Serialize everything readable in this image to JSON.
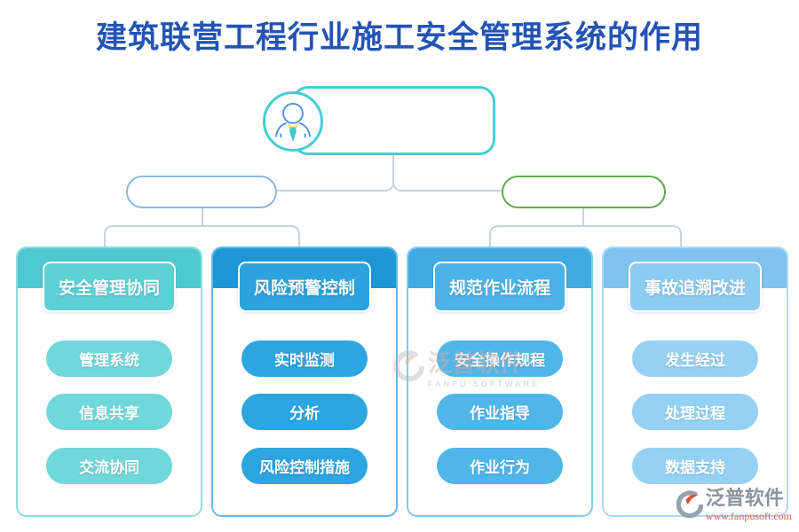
{
  "title": "建筑联营工程行业施工安全管理系统的作用",
  "root_node": {
    "icon": "person-avatar"
  },
  "branch_nodes": {
    "left_label": "",
    "right_label": ""
  },
  "cards": [
    {
      "header": "安全管理协同",
      "items": [
        "管理系统",
        "信息共享",
        "交流协同"
      ],
      "colors": {
        "band": "#4FC9CF",
        "button": "#5BD1D6",
        "pill": "#70D7DB",
        "border": "#8ADEE2"
      }
    },
    {
      "header": "风险预警控制",
      "items": [
        "实时监测",
        "分析",
        "风险控制措施"
      ],
      "colors": {
        "band": "#1F97D6",
        "button": "#2CA3DF",
        "pill": "#2CA5E1",
        "border": "#62B9E8"
      }
    },
    {
      "header": "规范作业流程",
      "items": [
        "安全操作规程",
        "作业指导",
        "作业行为"
      ],
      "colors": {
        "band": "#40ABE2",
        "button": "#4BB3E7",
        "pill": "#50B6E9",
        "border": "#84C9F0"
      }
    },
    {
      "header": "事故追溯改进",
      "items": [
        "发生经过",
        "处理过程",
        "数据支持"
      ],
      "colors": {
        "band": "#7EC4EF",
        "button": "#8CCCF3",
        "pill": "#95D1F5",
        "border": "#ABD9F7"
      }
    }
  ],
  "watermark": {
    "text_cn": "泛普软件",
    "text_en": "FANPU SOFTWARE"
  },
  "logo": {
    "text_cn": "泛普软件",
    "url": "www.fanpusoft.com"
  },
  "theme": {
    "title_color": "#2353B5",
    "root_border": "#45CED3",
    "branch_left_border": "#8AB9EA",
    "branch_right_border": "#5FAB4E",
    "connector": "#C8D2E0"
  }
}
